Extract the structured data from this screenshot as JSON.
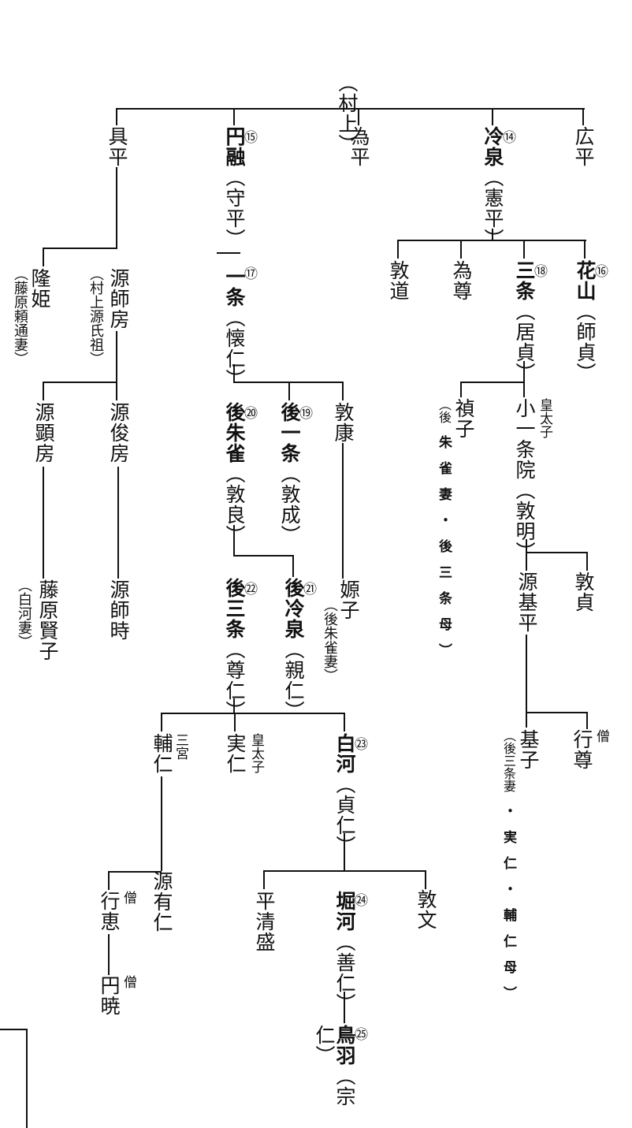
{
  "nodes": {
    "murakami": {
      "note": "村上"
    },
    "tomohira": {
      "name": "具平"
    },
    "enyu": {
      "name": "円融",
      "num": "⑮",
      "note": "守平"
    },
    "tamehira": {
      "name": "為平"
    },
    "reizei": {
      "name": "冷泉",
      "num": "⑭",
      "note": "憲平"
    },
    "hirohira": {
      "name": "広平"
    },
    "takahime": {
      "name": "隆姫",
      "note": "藤原頼通妻"
    },
    "morofusa": {
      "name": "源師房",
      "note": "村上源氏祖"
    },
    "akifusa": {
      "name": "源顕房"
    },
    "toshifusa": {
      "name": "源俊房"
    },
    "kenshi": {
      "name": "藤原賢子",
      "note": "白河妻"
    },
    "morotoki": {
      "name": "源師時"
    },
    "ichijo": {
      "name": "一条",
      "num": "⑰",
      "note": "懐仁"
    },
    "gosuzaku": {
      "name": "後朱雀",
      "num": "⑳",
      "note": "敦良"
    },
    "goichijo": {
      "name": "後一条",
      "num": "⑲",
      "note": "敦成"
    },
    "atsuyasu": {
      "name": "敦康"
    },
    "gosanjo": {
      "name": "後三条",
      "num": "㉒",
      "note": "尊仁"
    },
    "goreizei": {
      "name": "後冷泉",
      "num": "㉑",
      "note": "親仁"
    },
    "genshi": {
      "name": "嫄子",
      "note": "後朱雀妻"
    },
    "sukehito": {
      "name": "輔仁",
      "side": "三宮"
    },
    "sanehito": {
      "name": "実仁",
      "side": "皇太子"
    },
    "shirakawa": {
      "name": "白河",
      "num": "㉓",
      "note": "貞仁"
    },
    "gyoe": {
      "name": "行恵",
      "side": "僧"
    },
    "arihito": {
      "name": "源有仁"
    },
    "engyo": {
      "name": "円暁",
      "side": "僧"
    },
    "kiyomori": {
      "name": "平清盛"
    },
    "horikawa": {
      "name": "堀河",
      "num": "㉔",
      "note": "善仁"
    },
    "atsubumi": {
      "name": "敦文"
    },
    "toba": {
      "name": "鳥羽",
      "num": "㉕",
      "note": "宗仁"
    },
    "atsumichi": {
      "name": "敦道"
    },
    "tametaka": {
      "name": "為尊"
    },
    "sanjo": {
      "name": "三条",
      "num": "⑱",
      "note": "居貞"
    },
    "kazan": {
      "name": "花山",
      "num": "⑯",
      "note": "師貞"
    },
    "teishi": {
      "name": "禎子",
      "note_head": "（後",
      "note": "朱雀妻・後三条母"
    },
    "koichijoin": {
      "name": "小一条院",
      "side": "皇太子",
      "note": "敦明"
    },
    "motohira": {
      "name": "源基平"
    },
    "atsusada": {
      "name": "敦貞"
    },
    "motoko": {
      "name": "基子",
      "note_head": "（後三条妻",
      "note": "・実仁・輔仁母"
    },
    "gyoson": {
      "name": "行尊",
      "side": "僧"
    }
  }
}
